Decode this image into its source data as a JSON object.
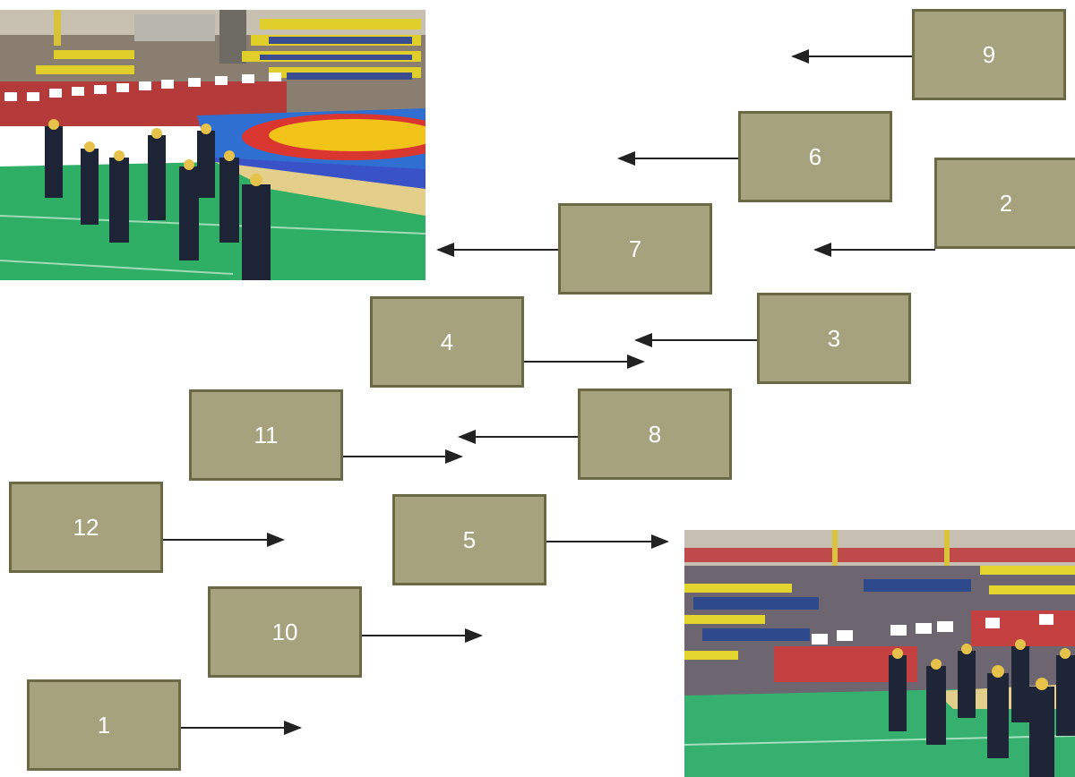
{
  "diagram": {
    "boxes": [
      {
        "id": "box-9",
        "label": "9",
        "arrow": "left"
      },
      {
        "id": "box-6",
        "label": "6",
        "arrow": "left"
      },
      {
        "id": "box-2",
        "label": "2",
        "arrow": "left"
      },
      {
        "id": "box-7",
        "label": "7",
        "arrow": "left"
      },
      {
        "id": "box-3",
        "label": "3",
        "arrow": "left"
      },
      {
        "id": "box-4",
        "label": "4",
        "arrow": "right"
      },
      {
        "id": "box-11",
        "label": "11",
        "arrow": "right"
      },
      {
        "id": "box-8",
        "label": "8",
        "arrow": "left"
      },
      {
        "id": "box-12",
        "label": "12",
        "arrow": "right"
      },
      {
        "id": "box-5",
        "label": "5",
        "arrow": "right"
      },
      {
        "id": "box-10",
        "label": "10",
        "arrow": "right"
      },
      {
        "id": "box-1",
        "label": "1",
        "arrow": "right"
      }
    ],
    "colors": {
      "box_fill": "#a6a27d",
      "box_border": "#6b6845",
      "arrow": "#222222",
      "label": "#ffffff"
    }
  },
  "photos": [
    {
      "id": "photo-top-left",
      "subject": "honor guard marching on green gym floor beside wrestling mat"
    },
    {
      "id": "photo-bottom-right",
      "subject": "honor guard standing on green gym floor in front of spectator stands"
    }
  ]
}
